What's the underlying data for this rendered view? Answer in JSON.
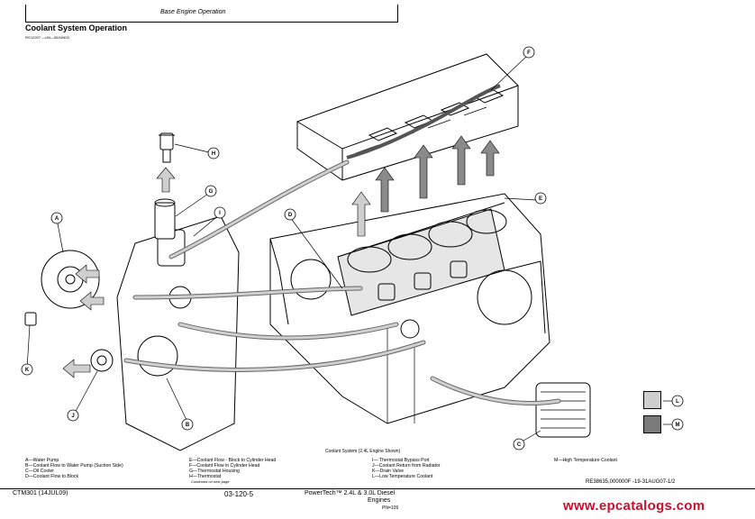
{
  "header": {
    "section": "Base Engine Operation"
  },
  "page_title": "Coolant System Operation",
  "figure_id": "RG12207 —UN—06JUN03",
  "figure_caption": "Coolant System (2.4L Engine Shown)",
  "callouts": [
    "A",
    "B",
    "C",
    "D",
    "E",
    "F",
    "G",
    "H",
    "I",
    "J",
    "K",
    "L",
    "M"
  ],
  "legend": {
    "col1": [
      "A—Water Pump",
      "B—Coolant Flow to Water Pump (Suction Side)",
      "C—Oil Cooler",
      "D—Coolant Flow to Block"
    ],
    "col2": [
      "E—Coolant Flow - Block to Cylinder Head",
      "F—Coolant Flow in Cylinder Head",
      "G—Thermostat Housing",
      "H—Thermostat"
    ],
    "col2_note": "Continued on next page",
    "col3": [
      "I— Thermostat Bypass Port",
      "J—Coolant Return from Radiator",
      "K—Drain Valve",
      "L—Low Temperature Coolant"
    ],
    "col4": [
      "M—High Temperature Coolant"
    ]
  },
  "swatches": {
    "low_temp_color": "#cfcfcf",
    "high_temp_color": "#7a7a7a"
  },
  "ref_code": "RE38635,000000F -19-31AUG07-1/2",
  "footer": {
    "doc": "CTM301 (14JUL09)",
    "page": "03-120-5",
    "product_line1": "PowerTech™ 2.4L & 3.0L Diesel",
    "product_line2": "Engines",
    "product_line3": "PN=109"
  },
  "watermark": "www.epcatalogs.com"
}
